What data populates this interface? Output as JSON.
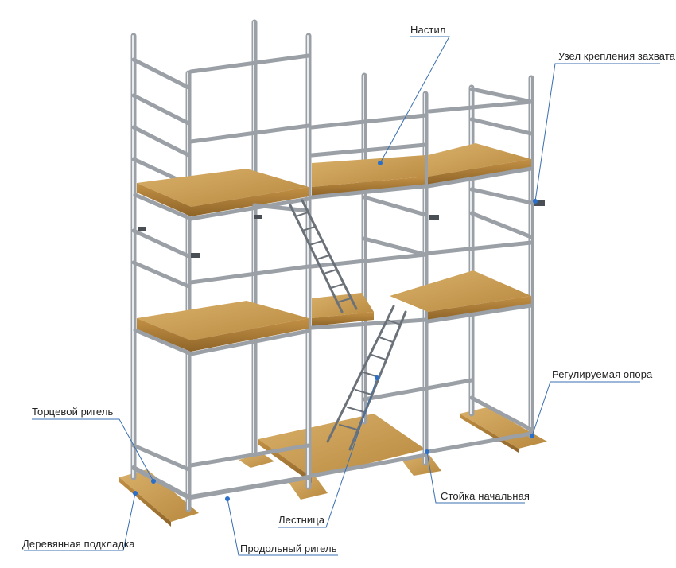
{
  "labels": {
    "deck": "Настил",
    "clamp_node": "Узел крепления захвата",
    "adjustable_base": "Регулируемая опора",
    "end_ledger": "Торцевой ригель",
    "wood_pad": "Деревянная подкладка",
    "ladder": "Лестница",
    "long_ledger": "Продольный ригель",
    "start_post": "Стойка начальная"
  },
  "colors": {
    "leader": "#3a6fb0",
    "marker": "#2a6fc9",
    "steel": "#9aa0a6",
    "wood_top": "#caa05a",
    "wood_side": "#a57a36"
  }
}
